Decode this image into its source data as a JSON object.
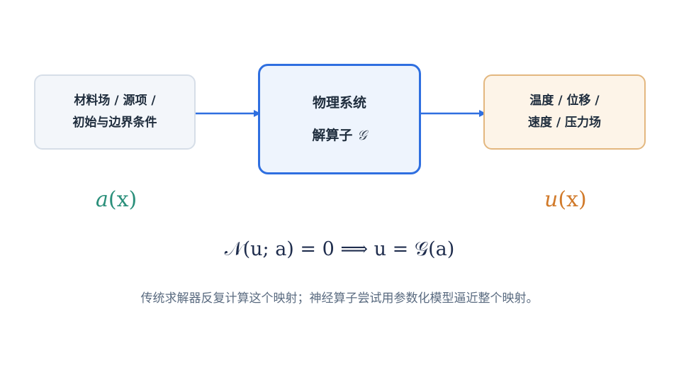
{
  "input_box": {
    "line1": "材料场 / 源项 /",
    "line2": "初始与边界条件"
  },
  "operator_box": {
    "line1": "物理系统",
    "line2_prefix": "解算子 ",
    "line2_symbol": "𝒢"
  },
  "output_box": {
    "line1": "温度 / 位移 /",
    "line2": "速度 / 压力场"
  },
  "input_variable": {
    "name": "a",
    "arg": "(x)"
  },
  "output_variable": {
    "name": "u",
    "arg": "(x)"
  },
  "equation": "𝒩(u; a) = 0   ⟹   u = 𝒢(a)",
  "caption": "传统求解器反复计算这个映射；神经算子尝试用参数化模型逼近整个映射。",
  "colors": {
    "arrow": "#2f6fe0",
    "operator_border": "#2f6fe0",
    "input_var": "#2a8f7a",
    "output_var": "#d17a2a"
  }
}
